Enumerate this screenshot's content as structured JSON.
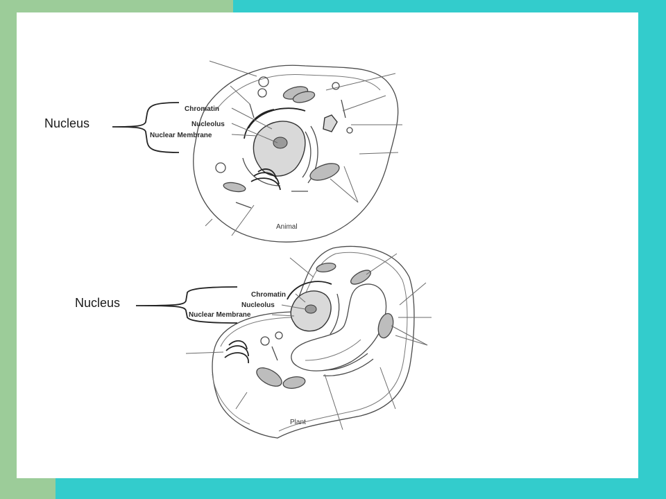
{
  "colors": {
    "frame_green": "#9ccc99",
    "frame_teal": "#33cccc",
    "slide_bg": "#ffffff"
  },
  "animal": {
    "nucleus_label": "Nucleus",
    "parts": [
      "Chromatin",
      "Nucleolus",
      "Nuclear Membrane"
    ],
    "cell_label": "Animal"
  },
  "plant": {
    "nucleus_label": "Nucleus",
    "parts": [
      "Chromatin",
      "Nucleolus",
      "Nuclear Membrane"
    ],
    "cell_label": "Plant"
  }
}
